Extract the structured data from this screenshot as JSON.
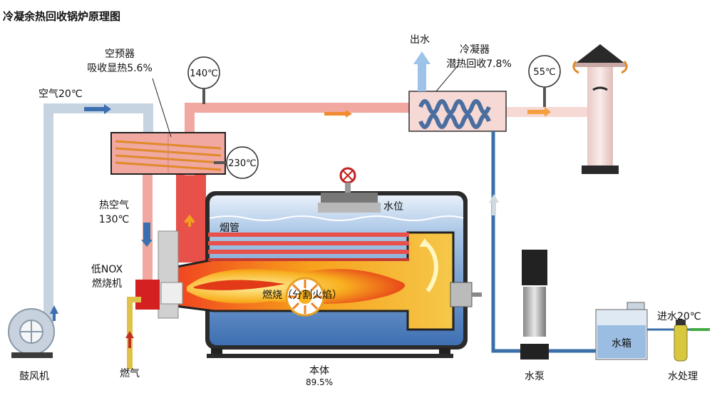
{
  "title": "冷凝余热回收锅炉原理图",
  "labels": {
    "air_preheater_name": "空预器",
    "air_preheater_value": "吸收显热5.6%",
    "air_in": "空气20℃",
    "hot_air_line1": "热空气",
    "hot_air_line2": "130℃",
    "burner_line1": "低NOX",
    "burner_line2": "燃烧机",
    "fan": "鼓风机",
    "gas": "燃气",
    "body_line1": "本体",
    "body_line2": "89.5%",
    "water_out": "出水",
    "condenser_name": "冷凝器",
    "condenser_value": "潜热回收7.8%",
    "water_level": "水位",
    "smoke_tube": "烟管",
    "combustion": "燃烧（分割火焰）",
    "pump": "水泵",
    "tank": "水箱",
    "water_in": "进水20℃",
    "water_treatment": "水处理"
  },
  "gauges": {
    "g140": "140℃",
    "g230": "230℃",
    "g55": "55℃"
  },
  "colors": {
    "flue_pipe": "#f0a8a0",
    "cold_air_pipe": "#c6d4e2",
    "water_pipe": "#3a6fa8",
    "gas_pipe": "#e0c24a",
    "boiler_water": "#5b8fc8",
    "flame": "#f5a020",
    "burner": "#d42020"
  }
}
